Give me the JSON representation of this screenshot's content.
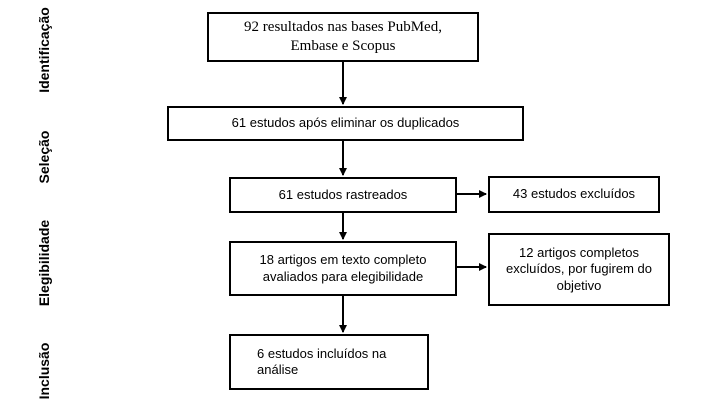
{
  "phases": {
    "identification": "Identificação",
    "selection": "Seleção",
    "eligibility": "Elegibilidade",
    "inclusion": "Inclusão"
  },
  "boxes": {
    "search": {
      "line1": "92 resultados nas bases PubMed,",
      "line2": "Embase e Scopus"
    },
    "deduplicated": "61 estudos após eliminar os duplicados",
    "screened": "61 estudos rastreados",
    "excluded_screening": "43 estudos excluídos",
    "fulltext": {
      "line1": "18 artigos em texto completo",
      "line2": "avaliados para elegibilidade"
    },
    "excluded_fulltext": {
      "line1": "12 artigos completos",
      "line2": "excluídos, por fugirem do",
      "line3": "objetivo"
    },
    "included": {
      "line1": "6 estudos incluídos na",
      "line2": "análise"
    }
  },
  "colors": {
    "stroke": "#000000",
    "background": "#ffffff"
  }
}
